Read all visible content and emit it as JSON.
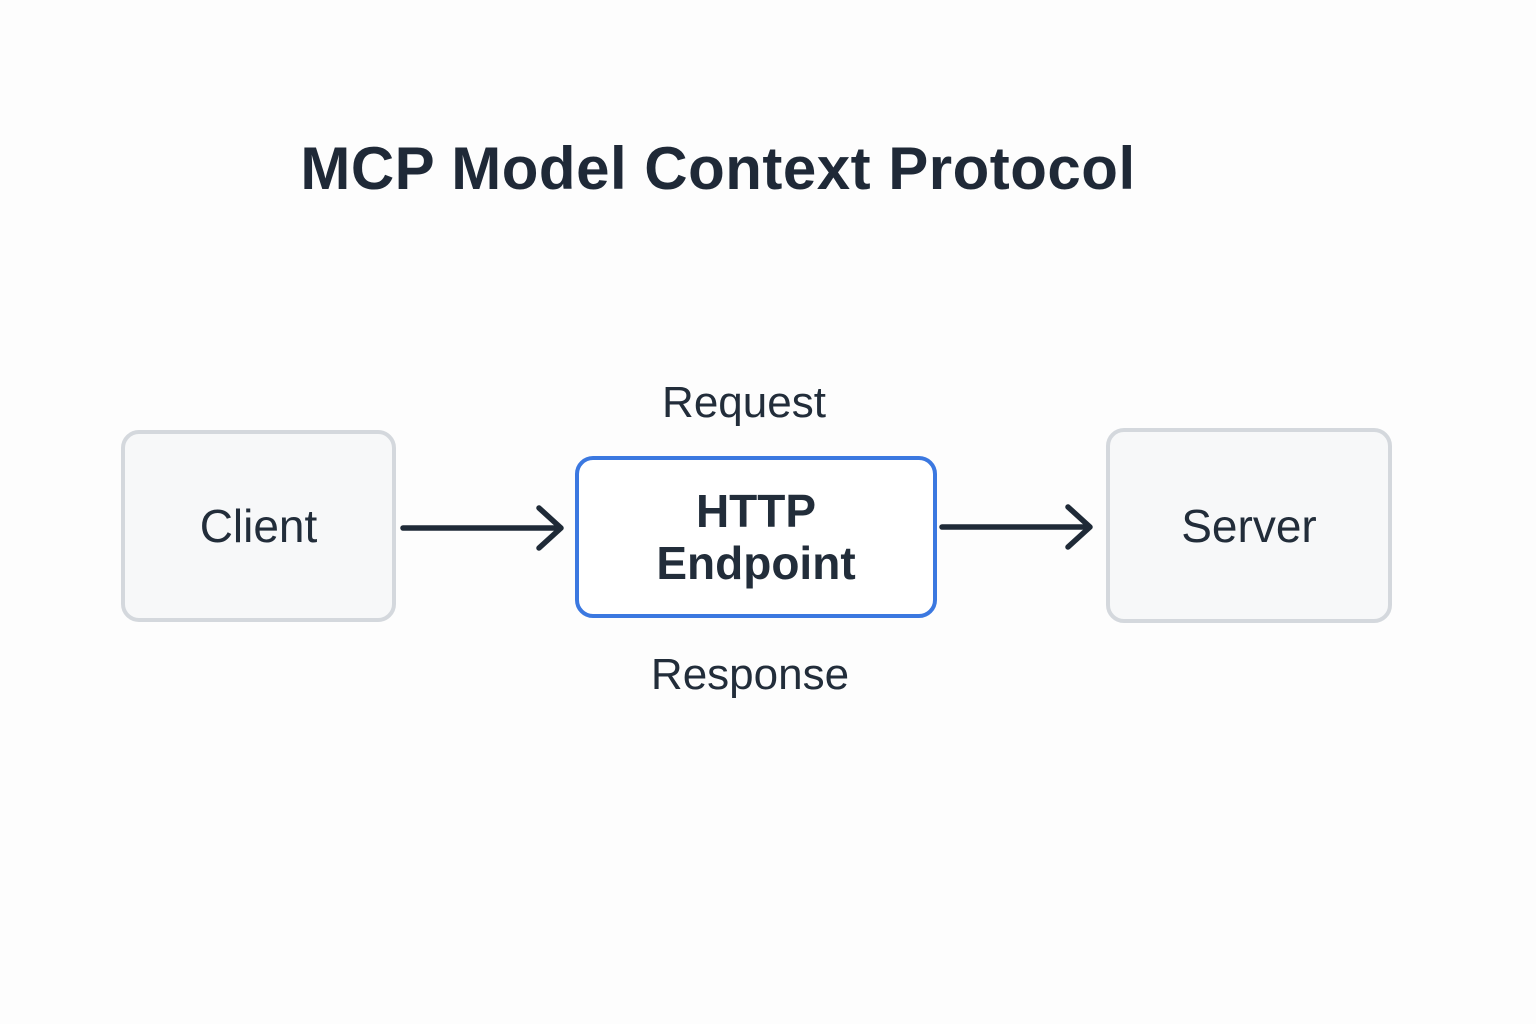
{
  "title": "MCP Model Context Protocol",
  "diagram": {
    "nodes": {
      "client": {
        "label": "Client"
      },
      "endpoint": {
        "label": "HTTP Endpoint"
      },
      "server": {
        "label": "Server"
      }
    },
    "labels": {
      "request": "Request",
      "response": "Response"
    },
    "flow": [
      {
        "from": "Client",
        "to": "HTTP Endpoint"
      },
      {
        "from": "HTTP Endpoint",
        "to": "Server"
      }
    ],
    "colors": {
      "background": "#fdfdfd",
      "text": "#1f2937",
      "arrow": "#1f2a37",
      "node_fill": "#f7f8f9",
      "node_border": "#d4d8dd",
      "endpoint_fill": "#ffffff",
      "endpoint_border": "#3b78e0"
    }
  }
}
